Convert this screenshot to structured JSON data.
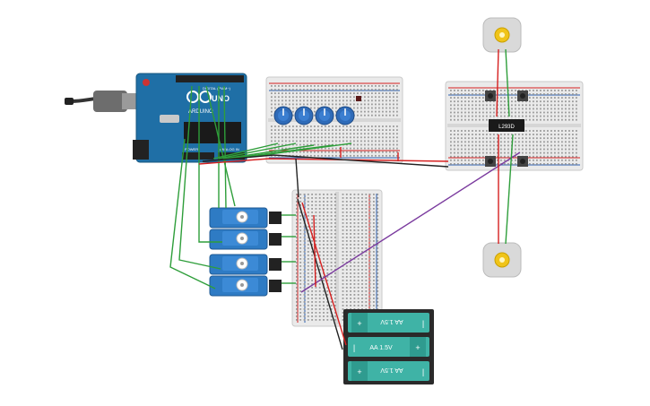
{
  "arduino": {
    "brand": "ARDUINO",
    "model": "UNO",
    "header_labels": {
      "digital": "DIGITAL (PWM~)",
      "power": "POWER",
      "analog": "ANALOG IN"
    }
  },
  "driver_chip": {
    "label": "L293D"
  },
  "battery": {
    "cells": [
      {
        "label": "AA 1.5V",
        "plus": "+",
        "minus": "|"
      },
      {
        "label": "AA 1.5V",
        "plus": "+",
        "minus": "|"
      },
      {
        "label": "AA 1.5V",
        "plus": "+",
        "minus": "|"
      }
    ]
  },
  "colors": {
    "arduino_board": "#1f6fa6",
    "breadboard": "#e8e8e8",
    "servo": "#2e7bc4",
    "battery": "#3fb3a6",
    "wire_green": "#2e9e3a",
    "wire_red": "#d62020",
    "wire_black": "#222222",
    "wire_purple": "#7a3a9e"
  },
  "components": {
    "potentiometer_count": 4,
    "servo_count": 4,
    "motor_count": 2,
    "pushbutton_count": 4
  }
}
